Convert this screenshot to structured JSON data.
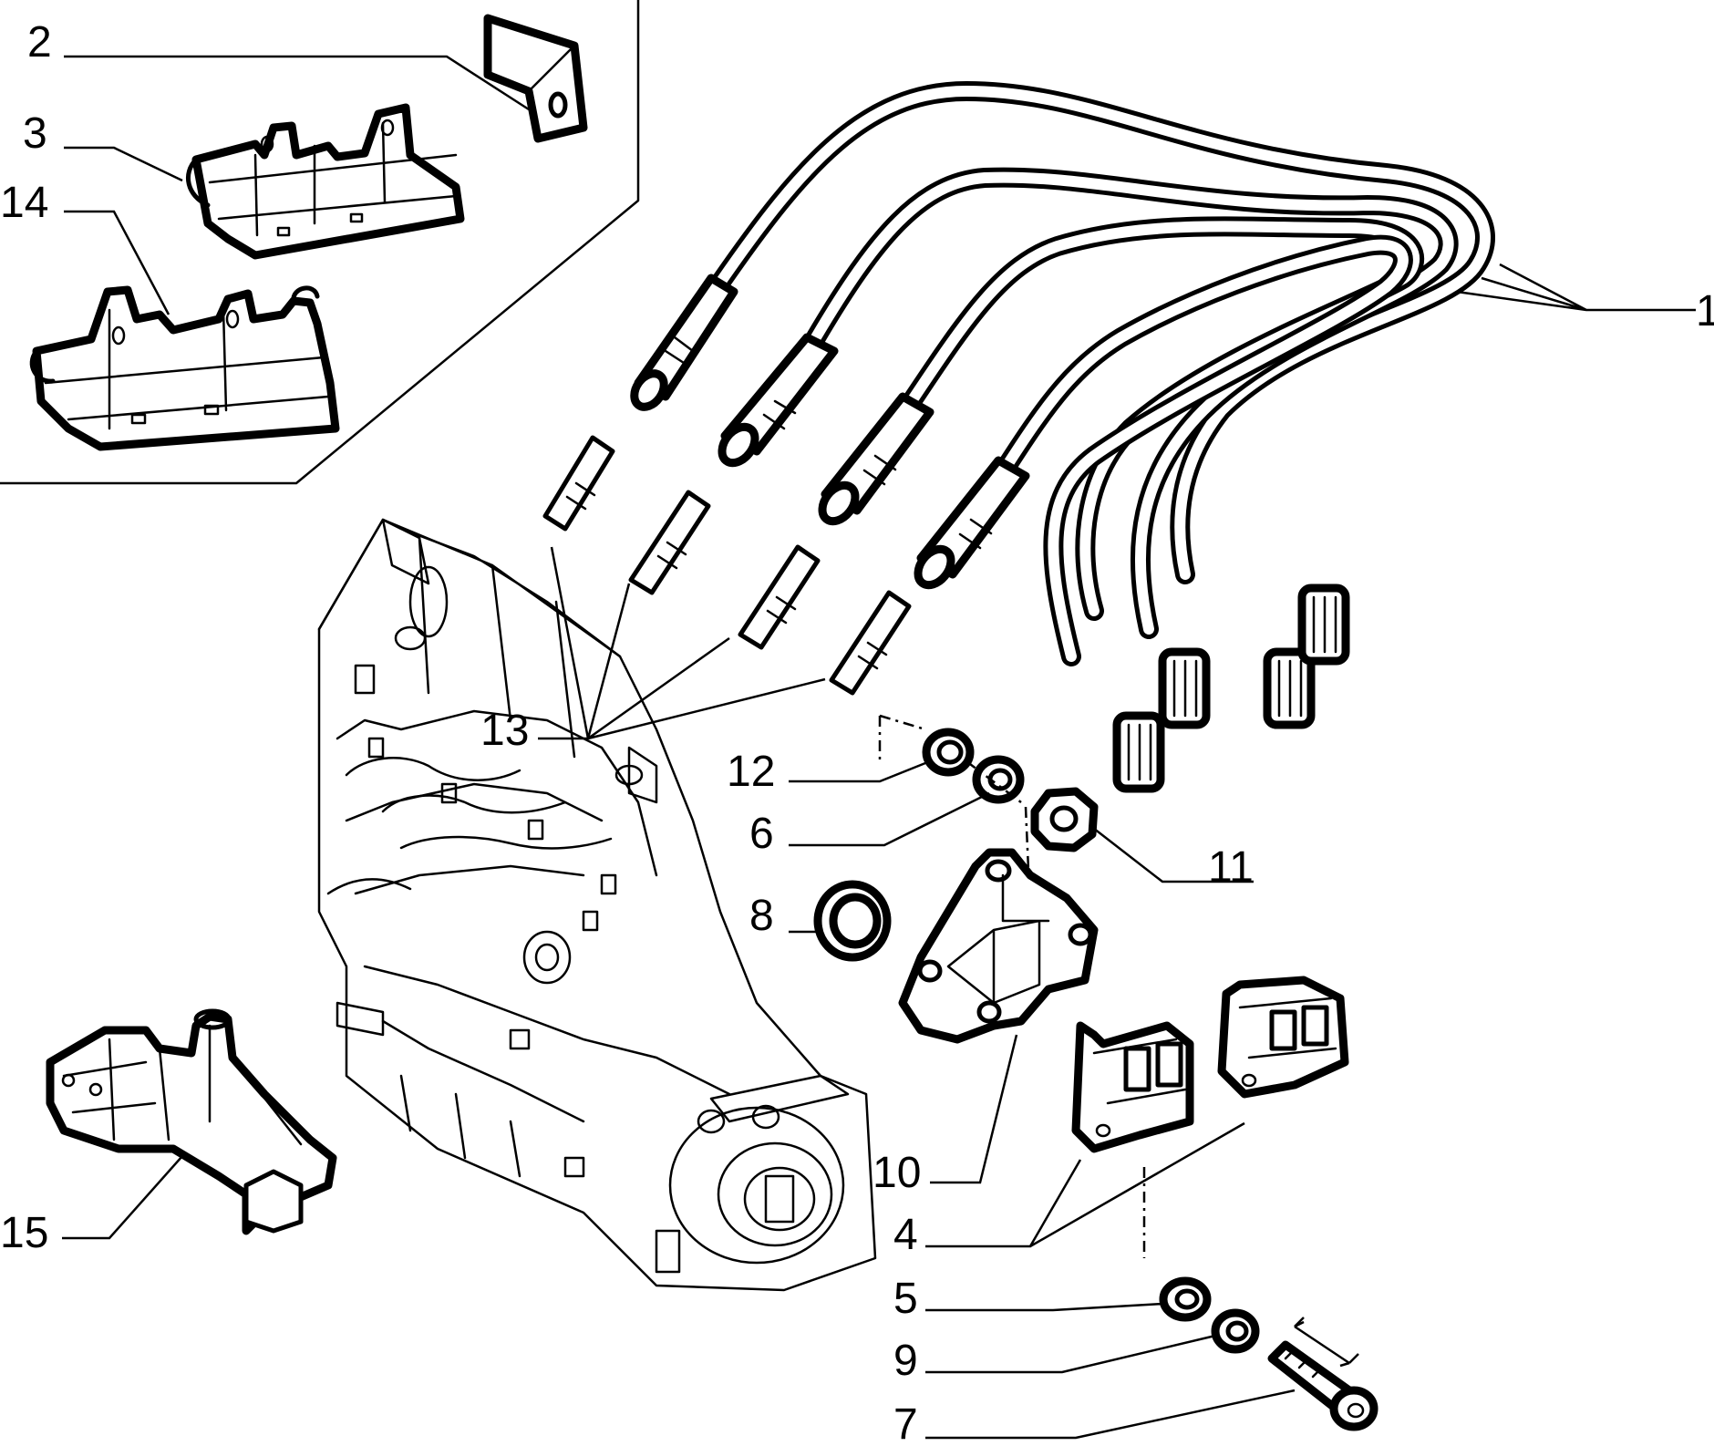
{
  "diagram": {
    "callouts": [
      {
        "id": "c1",
        "text": "1"
      },
      {
        "id": "c2",
        "text": "2"
      },
      {
        "id": "c3",
        "text": "3"
      },
      {
        "id": "c14",
        "text": "14"
      },
      {
        "id": "c13",
        "text": "13"
      },
      {
        "id": "c12",
        "text": "12"
      },
      {
        "id": "c6",
        "text": "6"
      },
      {
        "id": "c11",
        "text": "11"
      },
      {
        "id": "c8",
        "text": "8"
      },
      {
        "id": "c10",
        "text": "10"
      },
      {
        "id": "c4",
        "text": "4"
      },
      {
        "id": "c5",
        "text": "5"
      },
      {
        "id": "c9",
        "text": "9"
      },
      {
        "id": "c7",
        "text": "7"
      },
      {
        "id": "c15",
        "text": "15"
      }
    ]
  }
}
